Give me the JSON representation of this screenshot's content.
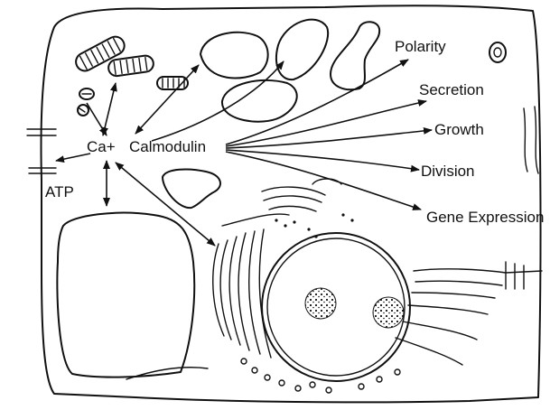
{
  "diagram": {
    "hub_ion": "Ca+",
    "hub_protein": "Calmodulin",
    "energy_label": "ATP",
    "outputs": [
      {
        "label": "Polarity"
      },
      {
        "label": "Secretion"
      },
      {
        "label": "Growth"
      },
      {
        "label": "Division"
      },
      {
        "label": "Gene Expression"
      }
    ]
  }
}
